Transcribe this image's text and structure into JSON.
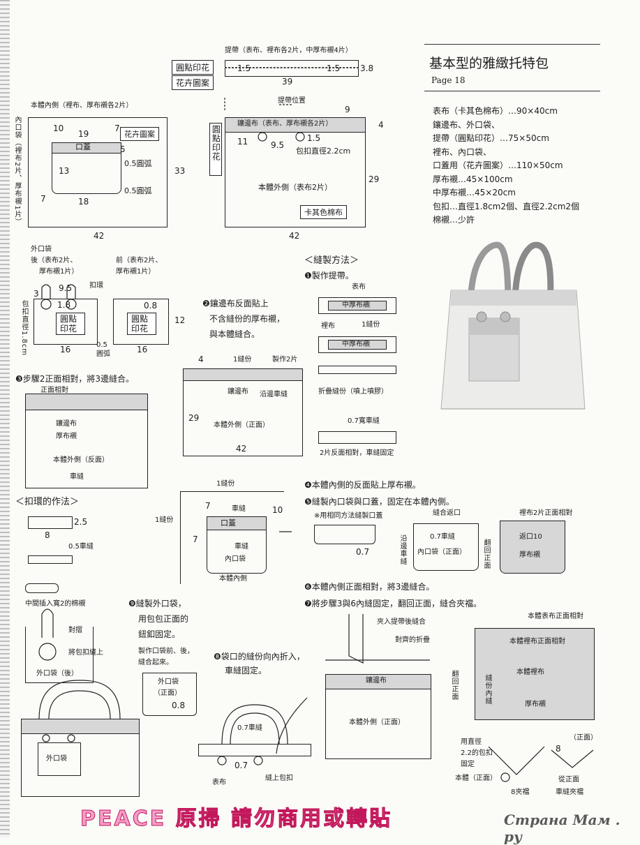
{
  "header": {
    "title": "基本型的雅緻托特包",
    "page": "Page 18"
  },
  "materials": [
    "表布（卡其色棉布）…90×40cm",
    "鑲邊布、外口袋、",
    "提帶（圓點印花）…75×50cm",
    "裡布、內口袋、",
    "口蓋用（花卉圖案）…110×50cm",
    "厚布襯…45×100cm",
    "中厚布襯…45×20cm",
    "包扣…直徑1.8cm2個、直徑2.2cm2個",
    "棉襯…少許"
  ],
  "legend": {
    "dot": "圓點印花",
    "flower": "花卉圖案"
  },
  "strap": {
    "caption": "提帶（表布、裡布各2片，中厚布襯4片）",
    "seam_left": "1.5",
    "seam_right": "1.5",
    "height": "3.8",
    "length": "39"
  },
  "inner_body": {
    "caption": "本體內側（裡布、厚布襯各2片）",
    "pocket_vertical": "內口袋（裡布2片、厚布襯1片）",
    "flower_tag": "花卉圖案",
    "flap": "口蓋",
    "d10": "10",
    "d19": "19",
    "d7a": "7",
    "d5": "5",
    "d13": "13",
    "arc1": "0.5圓弧",
    "arc2": "0.5圓弧",
    "d7b": "7",
    "d18": "18",
    "height": "33",
    "width": "42"
  },
  "outer_body": {
    "strap_pos": "提帶位置",
    "d9": "9",
    "band": "鑲邊布（表布、厚布襯各2片）",
    "dot_vertical": "圓點印花",
    "d4": "4",
    "d11": "11",
    "d95": "9.5",
    "d15": "1.5",
    "button": "包扣直徑2.2cm",
    "center": "本體外側（表布2片）",
    "khaki": "卡其色棉布",
    "height": "29",
    "width": "42"
  },
  "outer_pocket": {
    "title": "外口袋",
    "back": "後（表布2片、",
    "back2": "厚布襯1片）",
    "front": "前（表布2片、",
    "front2": "厚布襯1片）",
    "d3": "3",
    "d95": "9.5",
    "loop": "扣環",
    "d18": "1.8",
    "button_v": "包扣直徑1.8cm",
    "dot1": "圓點印花",
    "dot2": "圓點印花",
    "d08": "0.8",
    "d12": "12",
    "d16a": "16",
    "d16b": "16",
    "arc": "0.5圓弧"
  },
  "method": {
    "title": "＜縫製方法＞",
    "s1": "❶製作提帶。",
    "s1_face": "表布",
    "s1_mid1": "中厚布襯",
    "s1_seam": "1縫份",
    "s1_lining": "裡布",
    "s1_mid2": "中厚布襯",
    "s1_fold": "折疊縫份（噴上噴膠）",
    "s1_stitch": "0.7寬車縫",
    "s1_join": "2片反面相對，車縫固定",
    "s2a": "❷鑲邊布反面貼上",
    "s2b": "不含縫份的厚布襯，",
    "s2c": "與本體縫合。",
    "s2_d4": "4",
    "s2_seam": "1縫份",
    "s2_make": "製作2片",
    "s2_band": "鑲邊布",
    "s2_edge": "沿邊車縫",
    "s2_29": "29",
    "s2_body": "本體外側（正面）",
    "s2_42": "42",
    "s3": "❸步驟2正面相對，將3邊縫合。",
    "s3_face": "正面相對",
    "s3_band": "鑲邊布",
    "s3_int": "厚布襯",
    "s3_body": "本體外側（反面）",
    "s3_seam": "車縫",
    "s4": "❹本體內側的反面貼上厚布襯。",
    "s5": "❺縫製內口袋與口蓋，固定在本體內側。",
    "s5_note": "※用相同方法縫製口蓋",
    "s5_07a": "0.7",
    "s5_return": "縫合返口",
    "s5_07b": "0.7車縫",
    "s5_edge": "沿邊車縫",
    "s5_pocket": "內口袋（正面）",
    "s5_turn": "翻回正面",
    "s5_lining": "裡布2片正面相對",
    "s5_ret10": "返口10",
    "s5_int": "厚布襯",
    "s45_seam": "1縫份",
    "s45_seam2": "1縫份",
    "s45_7a": "7",
    "s45_7b": "7",
    "s45_stitch": "車縫",
    "s45_10": "10",
    "s45_flap": "口蓋",
    "s45_stitch2": "車縫",
    "s45_pocket": "內口袋",
    "s45_body": "本體內側",
    "s6": "❻本體內側正面相對，將3邊縫合。",
    "s7": "❼將步驟3與6內縫固定，翻回正面，縫合夾襠。",
    "s7_fold": "夾入提帶後縫合",
    "s7_align": "對齊的折疊",
    "s7_band": "鑲邊布",
    "s7_body": "本體外側（正面）",
    "s7_turn": "翻回正面",
    "s7_outer": "本體表布正面相對",
    "s7_inner": "本體裡布正面相對",
    "s7_lining": "本體裡布",
    "s7_seam": "縫份內縫",
    "s7_int": "厚布襯",
    "s7_btn": "用直徑",
    "s7_btn2": "2.2的包扣",
    "s7_btn3": "固定",
    "s7_front": "（正面）",
    "s7_8": "8",
    "s7_body2": "本體（正面）",
    "s7_gusset": "8夾襠",
    "s7_from": "從正面",
    "s7_sew": "車縫夾襠",
    "s8a": "❽袋口的縫份向內折入，",
    "s8b": "車縫固定。",
    "s8_07": "0.7車縫",
    "s8_07b": "0.7",
    "s8_face": "表布",
    "s8_btn": "縫上包扣",
    "s9a": "❾縫製外口袋，",
    "s9b": "用包包正面的",
    "s9c": "鈕釦固定。",
    "s9_note1": "製作口袋前、後，",
    "s9_note2": "縫合起來。",
    "s9_pocket": "外口袋",
    "s9_front": "（正面）",
    "s9_08": "0.8",
    "s9_bag": "外口袋"
  },
  "loop": {
    "title": "＜扣環的作法＞",
    "d25": "2.5",
    "d8": "8",
    "d05": "0.5車縫",
    "insert": "中間插入寬2的棉襯",
    "fold": "對摺",
    "sew": "將包扣縫上",
    "pocket": "外口袋（後）"
  },
  "footer": {
    "watermark": "PEACE  原掃    請勿商用或轉貼",
    "logo": "Страна Мам . ру"
  }
}
